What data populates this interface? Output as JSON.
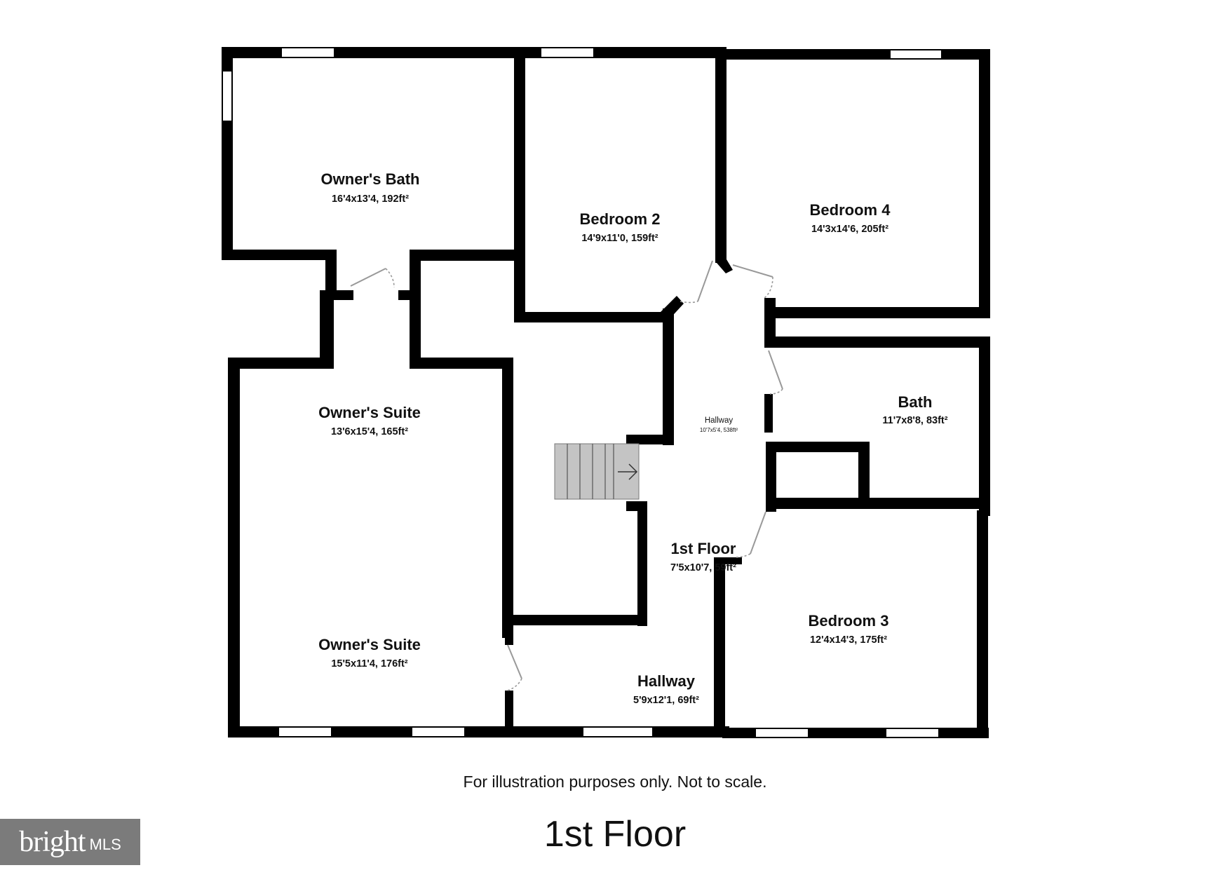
{
  "rooms": [
    {
      "id": "owners-bath",
      "name": "Owner's Bath",
      "dims": "16'4x13'4, 192ft²"
    },
    {
      "id": "bedroom-2",
      "name": "Bedroom 2",
      "dims": "14'9x11'0, 159ft²"
    },
    {
      "id": "bedroom-4",
      "name": "Bedroom 4",
      "dims": "14'3x14'6, 205ft²"
    },
    {
      "id": "owners-suite-upper",
      "name": "Owner's Suite",
      "dims": "13'6x15'4, 165ft²"
    },
    {
      "id": "hallway-main",
      "name": "Hallway",
      "dims": "10'7x5'4, 538ft²"
    },
    {
      "id": "bath",
      "name": "Bath",
      "dims": "11'7x8'8, 83ft²"
    },
    {
      "id": "first-floor-landing",
      "name": "1st Floor",
      "dims": "7'5x10'7, 59ft²"
    },
    {
      "id": "bedroom-3",
      "name": "Bedroom 3",
      "dims": "12'4x14'3, 175ft²"
    },
    {
      "id": "owners-suite-lower",
      "name": "Owner's Suite",
      "dims": "15'5x11'4, 176ft²"
    },
    {
      "id": "hallway-lower",
      "name": "Hallway",
      "dims": "5'9x12'1, 69ft²"
    }
  ],
  "disclaimer": "For illustration purposes only. Not to scale.",
  "floor_title": "1st Floor",
  "logo": {
    "word": "bright",
    "suffix": "MLS"
  },
  "colors": {
    "wall": "#000000",
    "stairs": "#c4c4c4",
    "door": "#999999",
    "logo_bg": "#7b7b7b"
  }
}
